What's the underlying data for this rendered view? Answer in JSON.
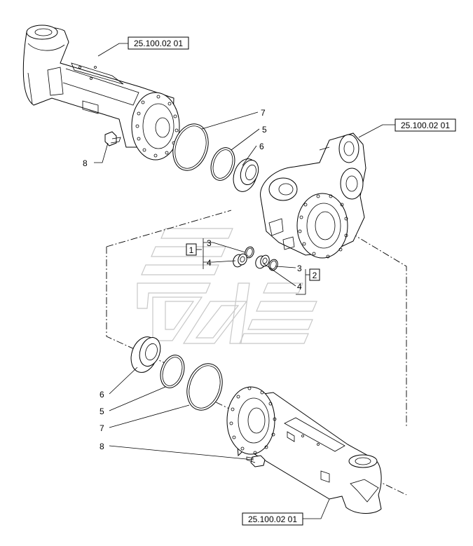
{
  "references": {
    "top_left": "25.100.02 01",
    "right": "25.100.02 01",
    "bottom": "25.100.02 01"
  },
  "group_labels": {
    "left": "1",
    "right": "2"
  },
  "callouts": {
    "top_7": "7",
    "top_5": "5",
    "top_6": "6",
    "top_8": "8",
    "mid_left_3": "3",
    "mid_left_4": "4",
    "mid_right_3": "3",
    "mid_right_4": "4",
    "bot_6": "6",
    "bot_5": "5",
    "bot_7": "7",
    "bot_8": "8"
  }
}
